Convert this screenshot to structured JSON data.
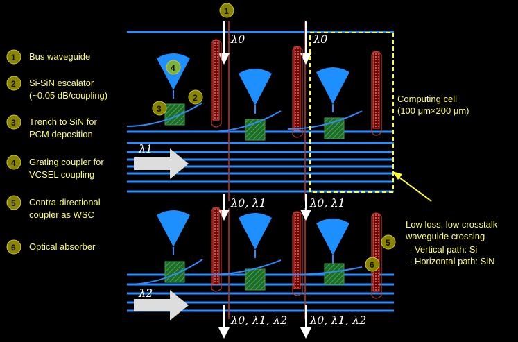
{
  "legend": [
    {
      "num": "1",
      "lines": [
        "Bus waveguide"
      ]
    },
    {
      "num": "2",
      "lines": [
        "Si-SiN escalator",
        "(~0.05 dB/coupling)"
      ]
    },
    {
      "num": "3",
      "lines": [
        "Trench to SiN for",
        "PCM deposition"
      ]
    },
    {
      "num": "4",
      "lines": [
        "Grating coupler for",
        "VCSEL coupling"
      ]
    },
    {
      "num": "5",
      "lines": [
        "Contra-directional",
        "coupler as WSC"
      ]
    },
    {
      "num": "6",
      "lines": [
        "Optical absorber"
      ]
    }
  ],
  "badges": {
    "top": "1",
    "b2": "2",
    "b3": "3",
    "b4": "4",
    "b5": "5",
    "b6": "6"
  },
  "computing_cell": {
    "title": "Computing cell",
    "size": "(100 μm×200 μm)"
  },
  "crossing_note": {
    "lines": [
      "Low loss, low crosstalk",
      "waveguide crossing",
      "- Vertical path: Si",
      "- Horizontal path: SiN"
    ]
  },
  "labels": {
    "l0a": "λ0",
    "l0b": "λ0",
    "l1": "λ1",
    "l2": "λ2",
    "mid1": "λ0, λ1",
    "mid2": "λ0, λ1",
    "bot1": "λ0, λ1, λ2",
    "bot2": "λ0, λ1, λ2"
  },
  "colors": {
    "waveguide": "#2f8cff",
    "ring": "#c0392b",
    "trench": "#2e8b3a",
    "cell_border": "#ffff33",
    "legend_text": "#ffff66"
  }
}
